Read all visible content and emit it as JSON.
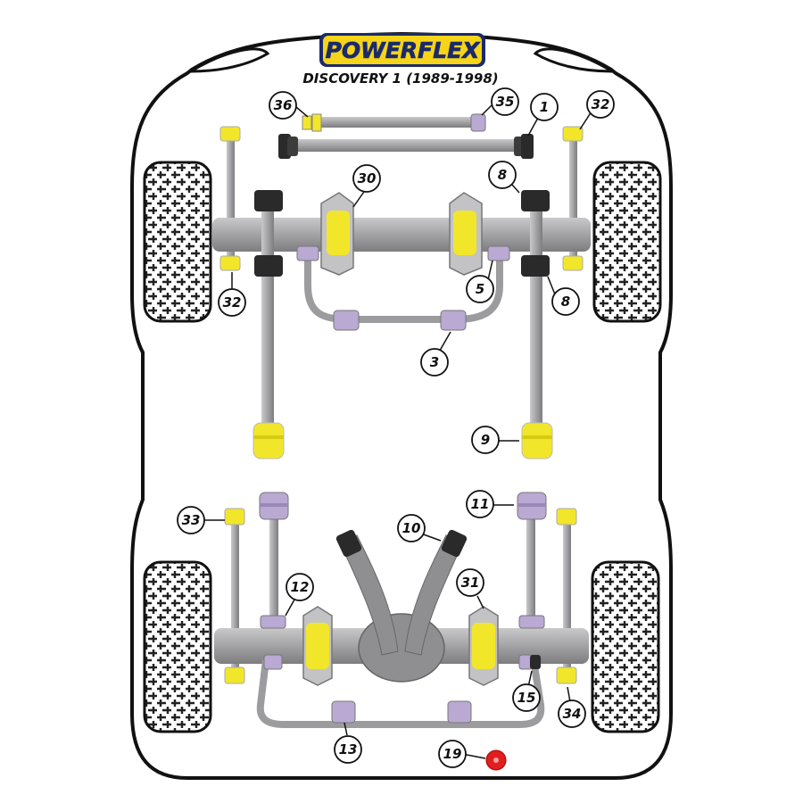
{
  "brand": {
    "logo_text": "POWERFLEX",
    "model_title": "DISCOVERY 1 (1989-1998)"
  },
  "colors": {
    "body_fill": "#ffffff",
    "body_outline": "#111111",
    "metal": "#a9a9ab",
    "metal_dark": "#6f6f72",
    "bush_yellow": "#f2e62a",
    "bush_purple": "#b9a9d3",
    "bush_black": "#2a2a2a",
    "bush_red": "#e01e1e",
    "logo_yellow": "#f5d41a",
    "logo_blue": "#1b2a6b"
  },
  "callouts": [
    {
      "id": "callout-1",
      "label": "1"
    },
    {
      "id": "callout-3",
      "label": "3"
    },
    {
      "id": "callout-5",
      "label": "5"
    },
    {
      "id": "callout-8-top",
      "label": "8"
    },
    {
      "id": "callout-8-bottom",
      "label": "8"
    },
    {
      "id": "callout-9",
      "label": "9"
    },
    {
      "id": "callout-10",
      "label": "10"
    },
    {
      "id": "callout-11",
      "label": "11"
    },
    {
      "id": "callout-12",
      "label": "12"
    },
    {
      "id": "callout-13",
      "label": "13"
    },
    {
      "id": "callout-15",
      "label": "15"
    },
    {
      "id": "callout-19",
      "label": "19"
    },
    {
      "id": "callout-30",
      "label": "30"
    },
    {
      "id": "callout-31",
      "label": "31"
    },
    {
      "id": "callout-32-left",
      "label": "32"
    },
    {
      "id": "callout-32-right",
      "label": "32"
    },
    {
      "id": "callout-33",
      "label": "33"
    },
    {
      "id": "callout-34",
      "label": "34"
    },
    {
      "id": "callout-35",
      "label": "35"
    },
    {
      "id": "callout-36",
      "label": "36"
    }
  ]
}
